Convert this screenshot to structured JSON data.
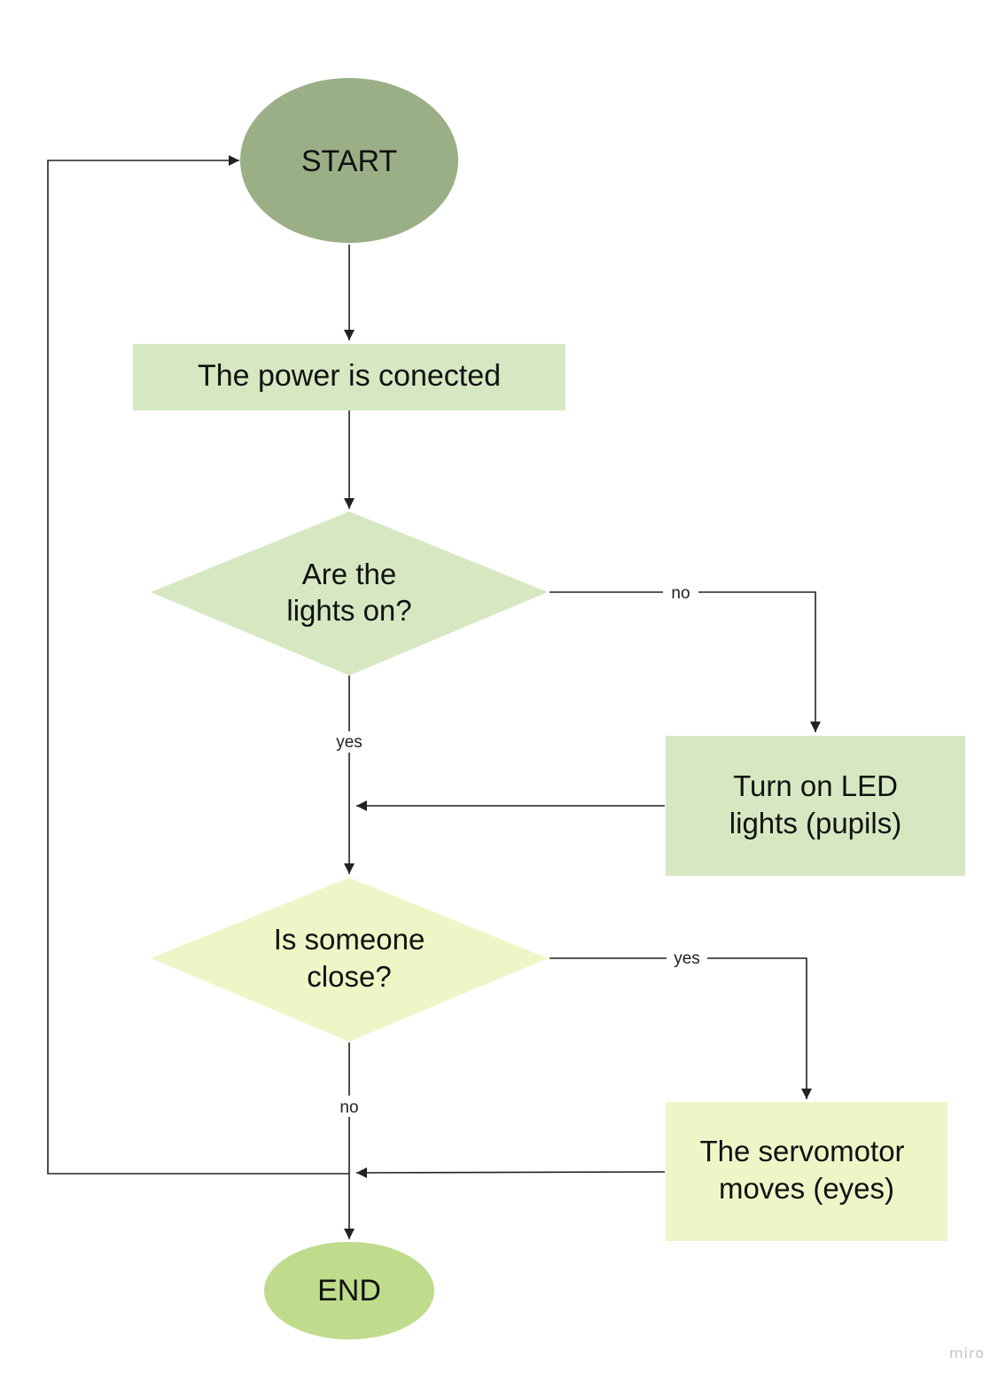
{
  "nodes": {
    "start": {
      "label": "START",
      "color": "#9aaf86"
    },
    "power": {
      "label": "The power is conected",
      "color": "#d6e8c2"
    },
    "lights_decision": {
      "lines": [
        "Are the",
        "lights on?"
      ],
      "color": "#d6e8c2"
    },
    "turn_on_led": {
      "lines": [
        "Turn on LED",
        "lights (pupils)"
      ],
      "color": "#d6e8c2"
    },
    "someone_decision": {
      "lines": [
        "Is someone",
        "close?"
      ],
      "color": "#eef6c8"
    },
    "servomotor": {
      "lines": [
        "The servomotor",
        "moves (eyes)"
      ],
      "color": "#eef6c8"
    },
    "end": {
      "label": "END",
      "color": "#bedc8c"
    }
  },
  "edges": {
    "lights_no": "no",
    "lights_yes": "yes",
    "someone_yes": "yes",
    "someone_no": "no"
  },
  "watermark": "miro"
}
